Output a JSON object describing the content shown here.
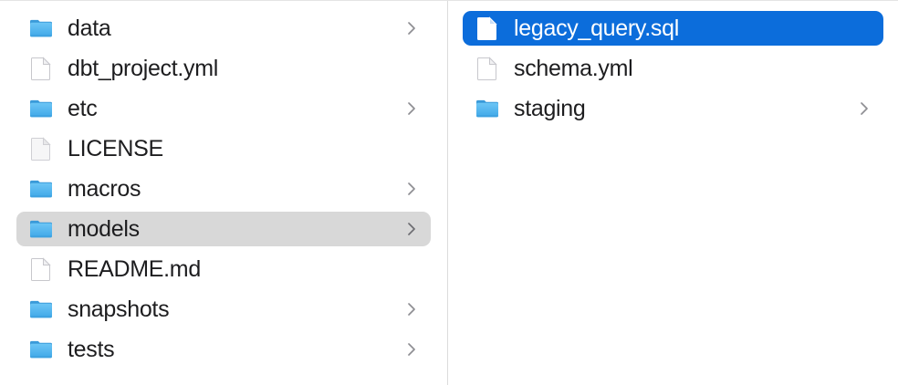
{
  "app": {
    "view_mode": "column-view",
    "selection_accent_color": "#0c6ddb",
    "inactive_selection_color": "#d8d8d8",
    "folder_icon_color": "#57b3ef",
    "divider_color": "#dcdcdc"
  },
  "columns": [
    {
      "name": "parent-column",
      "items": [
        {
          "label": "data",
          "kind": "folder",
          "icon": "folder-icon",
          "has_chevron": true,
          "state": "normal"
        },
        {
          "label": "dbt_project.yml",
          "kind": "file",
          "icon": "file-icon",
          "has_chevron": false,
          "state": "normal"
        },
        {
          "label": "etc",
          "kind": "folder",
          "icon": "folder-icon",
          "has_chevron": true,
          "state": "normal"
        },
        {
          "label": "LICENSE",
          "kind": "file",
          "icon": "file-icon",
          "has_chevron": false,
          "state": "normal"
        },
        {
          "label": "macros",
          "kind": "folder",
          "icon": "folder-icon",
          "has_chevron": true,
          "state": "normal"
        },
        {
          "label": "models",
          "kind": "folder",
          "icon": "folder-icon",
          "has_chevron": true,
          "state": "selected-inactive"
        },
        {
          "label": "README.md",
          "kind": "file",
          "icon": "file-icon",
          "has_chevron": false,
          "state": "normal"
        },
        {
          "label": "snapshots",
          "kind": "folder",
          "icon": "folder-icon",
          "has_chevron": true,
          "state": "normal"
        },
        {
          "label": "tests",
          "kind": "folder",
          "icon": "folder-icon",
          "has_chevron": true,
          "state": "normal"
        }
      ]
    },
    {
      "name": "child-column",
      "items": [
        {
          "label": "legacy_query.sql",
          "kind": "file",
          "icon": "file-icon",
          "has_chevron": false,
          "state": "selected-active"
        },
        {
          "label": "schema.yml",
          "kind": "file",
          "icon": "file-icon",
          "has_chevron": false,
          "state": "normal"
        },
        {
          "label": "staging",
          "kind": "folder",
          "icon": "folder-icon",
          "has_chevron": true,
          "state": "normal"
        }
      ]
    }
  ]
}
